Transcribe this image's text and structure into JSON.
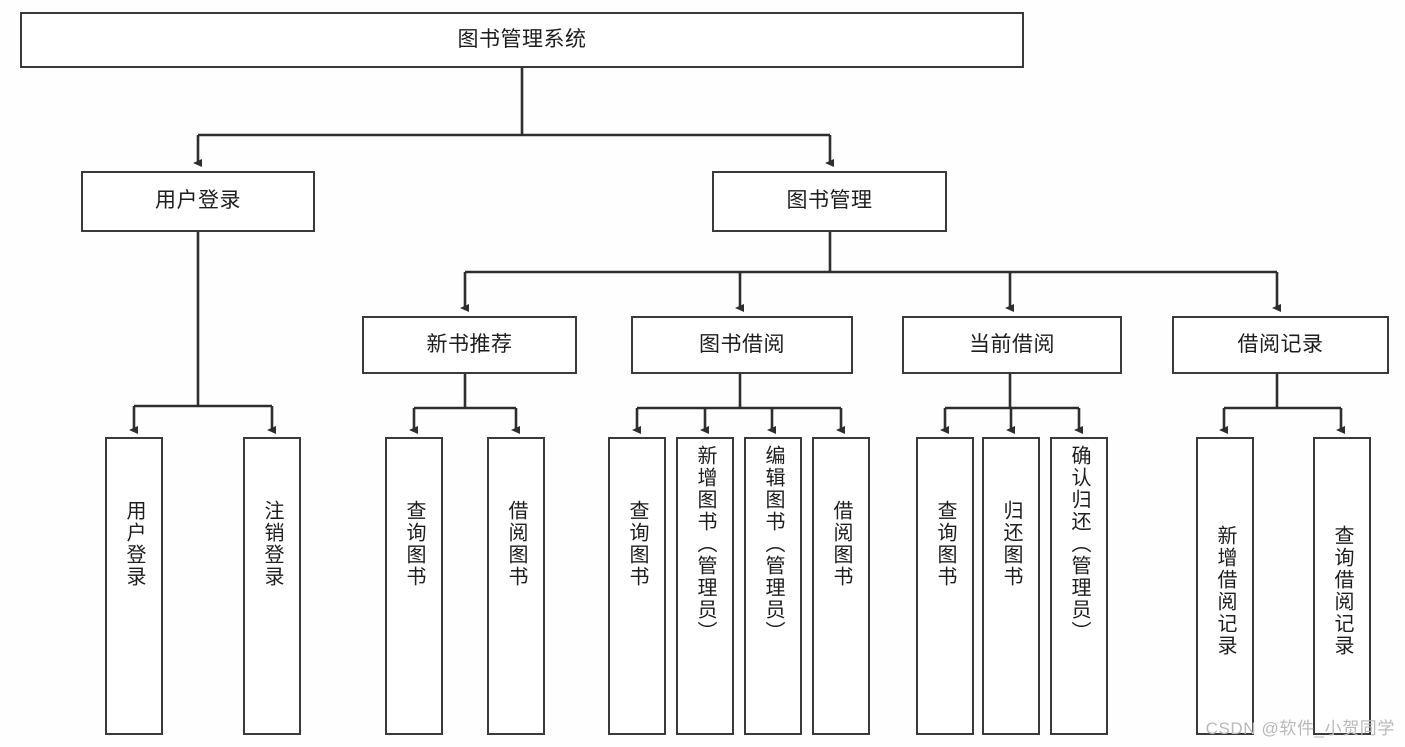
{
  "diagram": {
    "title": "图书管理系统",
    "type": "hierarchy-tree",
    "watermark": "CSDN @软件_小贺同学",
    "colors": {
      "stroke": "#3a3a3a",
      "fill": "#ffffff",
      "text": "#1d1d1d",
      "watermark": "#b9b9b9"
    },
    "nodes": {
      "root": {
        "label": "图书管理系统"
      },
      "level2": [
        {
          "label": "用户登录"
        },
        {
          "label": "图书管理"
        }
      ],
      "level3": [
        {
          "label": "新书推荐"
        },
        {
          "label": "图书借阅"
        },
        {
          "label": "当前借阅"
        },
        {
          "label": "借阅记录"
        }
      ],
      "leaves": {
        "user_login": [
          {
            "label": "用户登录"
          },
          {
            "label": "注销登录"
          }
        ],
        "new_book": [
          {
            "label": "查询图书"
          },
          {
            "label": "借阅图书"
          }
        ],
        "book_borrow": [
          {
            "label": "查询图书"
          },
          {
            "label": "新增图书（管理员）"
          },
          {
            "label": "编辑图书（管理员）"
          },
          {
            "label": "借阅图书"
          }
        ],
        "current_borrow": [
          {
            "label": "查询图书"
          },
          {
            "label": "归还图书"
          },
          {
            "label": "确认归还（管理员）"
          }
        ],
        "borrow_record": [
          {
            "label": "新增借阅记录"
          },
          {
            "label": "查询借阅记录"
          }
        ]
      }
    }
  }
}
